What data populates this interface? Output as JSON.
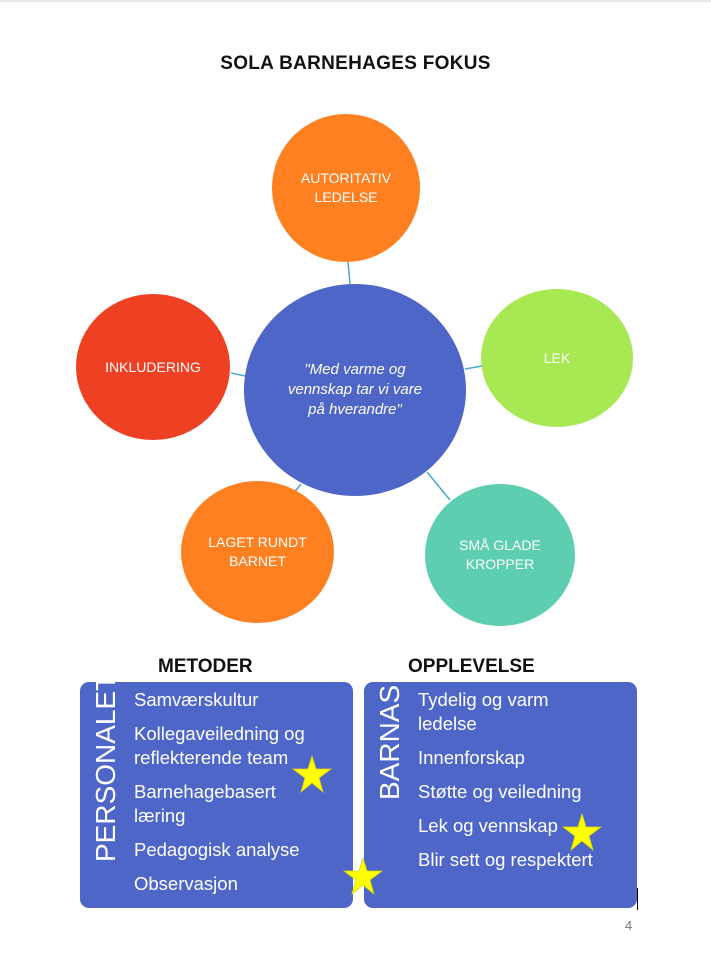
{
  "title": "SOLA BARNEHAGES FOKUS",
  "center": {
    "text": "\"Med varme og\nvennskap tar vi vare\npå hverandre\"",
    "color": "#4e66c8"
  },
  "nodes": [
    {
      "id": "autoritativ",
      "text": "AUTORITATIV\nLEDELSE",
      "color": "#ff8020"
    },
    {
      "id": "lek",
      "text": "LEK",
      "color": "#a8e852"
    },
    {
      "id": "smaa-glade",
      "text": "SMÅ GLADE\nKROPPER",
      "color": "#5dceb0"
    },
    {
      "id": "laget-rundt",
      "text": "LAGET RUNDT\nBARNET",
      "color": "#ff8020"
    },
    {
      "id": "inkludering",
      "text": "INKLUDERING",
      "color": "#ee4023"
    }
  ],
  "connector_color": "#4aa8d8",
  "sections": {
    "metoder": {
      "heading": "METODER",
      "label": "PERSONALETS",
      "items": [
        "Samværskultur",
        "Kollegaveiledning og\nreflekterende team",
        "Barnehagebasert\nlæring",
        "Pedagogisk analyse",
        "Observasjon"
      ]
    },
    "opplevelse": {
      "heading": "OPPLEVELSE",
      "label": "BARNAS",
      "items": [
        "Tydelig og varm\nledelse",
        "Innenforskap",
        "Støtte og veiledning",
        "Lek og vennskap",
        "Blir sett og respektert"
      ]
    }
  },
  "star_color": "#ffff00",
  "page_number": "4"
}
